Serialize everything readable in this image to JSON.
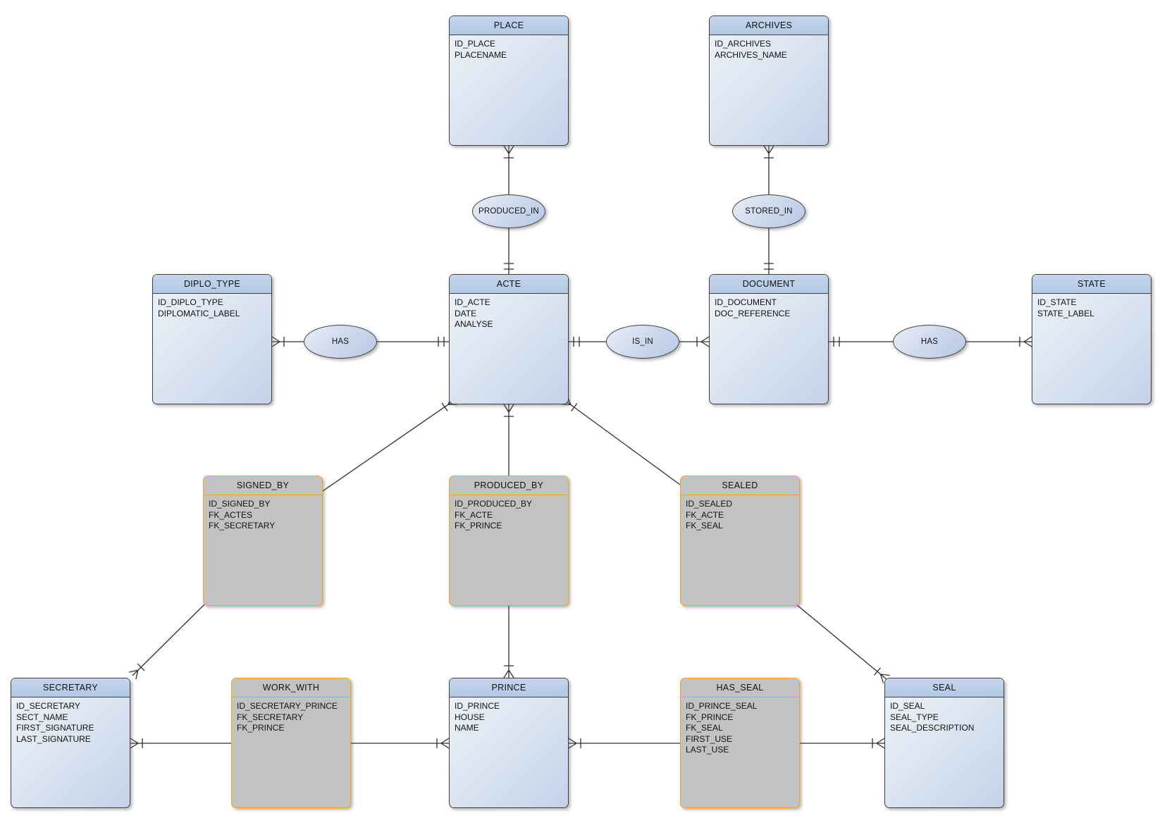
{
  "entities": [
    {
      "id": "place",
      "name": "PLACE",
      "kind": "entity",
      "attributes": [
        "ID_PLACE",
        "PLACENAME"
      ]
    },
    {
      "id": "archives",
      "name": "ARCHIVES",
      "kind": "entity",
      "attributes": [
        "ID_ARCHIVES",
        "ARCHIVES_NAME"
      ]
    },
    {
      "id": "diplo-type",
      "name": "DIPLO_TYPE",
      "kind": "entity",
      "attributes": [
        "ID_DIPLO_TYPE",
        "DIPLOMATIC_LABEL"
      ]
    },
    {
      "id": "acte",
      "name": "ACTE",
      "kind": "entity",
      "attributes": [
        "ID_ACTE",
        "DATE",
        "ANALYSE"
      ]
    },
    {
      "id": "document",
      "name": "DOCUMENT",
      "kind": "entity",
      "attributes": [
        "ID_DOCUMENT",
        "DOC_REFERENCE"
      ]
    },
    {
      "id": "state",
      "name": "STATE",
      "kind": "entity",
      "attributes": [
        "ID_STATE",
        "STATE_LABEL"
      ]
    },
    {
      "id": "signed-by",
      "name": "SIGNED_BY",
      "kind": "junction",
      "attributes": [
        "ID_SIGNED_BY",
        "FK_ACTES",
        "FK_SECRETARY"
      ]
    },
    {
      "id": "produced-by",
      "name": "PRODUCED_BY",
      "kind": "junction",
      "attributes": [
        "ID_PRODUCED_BY",
        "FK_ACTE",
        "FK_PRINCE"
      ]
    },
    {
      "id": "sealed",
      "name": "SEALED",
      "kind": "junction",
      "attributes": [
        "ID_SEALED",
        "FK_ACTE",
        "FK_SEAL"
      ]
    },
    {
      "id": "secretary",
      "name": "SECRETARY",
      "kind": "entity",
      "attributes": [
        "ID_SECRETARY",
        "SECT_NAME",
        "FIRST_SIGNATURE",
        "LAST_SIGNATURE"
      ]
    },
    {
      "id": "work-with",
      "name": "WORK_WITH",
      "kind": "junction",
      "attributes": [
        "ID_SECRETARY_PRINCE",
        "FK_SECRETARY",
        "FK_PRINCE"
      ]
    },
    {
      "id": "prince",
      "name": "PRINCE",
      "kind": "entity",
      "attributes": [
        "ID_PRINCE",
        "HOUSE",
        "NAME"
      ]
    },
    {
      "id": "has-seal",
      "name": "HAS_SEAL",
      "kind": "junction",
      "attributes": [
        "ID_PRINCE_SEAL",
        "FK_PRINCE",
        "FK_SEAL",
        "FIRST_USE",
        "LAST_USE"
      ]
    },
    {
      "id": "seal",
      "name": "SEAL",
      "kind": "entity",
      "attributes": [
        "ID_SEAL",
        "SEAL_TYPE",
        "SEAL_DESCRIPTION"
      ]
    }
  ],
  "relationships": [
    {
      "id": "produced-in",
      "label": "PRODUCED_IN"
    },
    {
      "id": "stored-in",
      "label": "STORED_IN"
    },
    {
      "id": "has-diplo",
      "label": "HAS"
    },
    {
      "id": "is-in",
      "label": "IS_IN"
    },
    {
      "id": "has-state",
      "label": "HAS"
    }
  ],
  "colors": {
    "background": "#ffffff",
    "entity_header": "#b9cce6",
    "entity_body_light": "#eef2f9",
    "entity_body_dark": "#c3d2e9",
    "entity_border": "#3f3f3f",
    "junction_fill": "#c2c2c2",
    "junction_border": "#f9a21d",
    "connector": "#2e2e2e"
  }
}
